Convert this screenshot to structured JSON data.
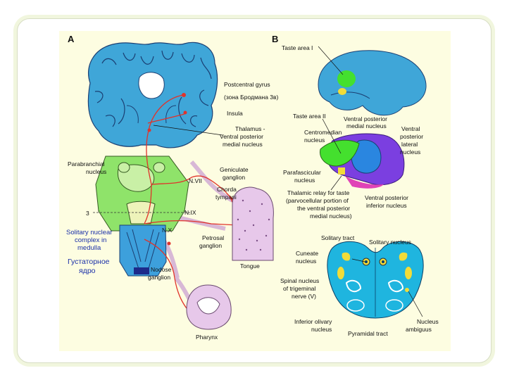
{
  "panels": {
    "a": "A",
    "b": "B"
  },
  "labels_a": {
    "postcentral_gyrus": "Postcentral gyrus",
    "brodmann": "(зона Бродманa 3в)",
    "insula": "Insula",
    "thalamus_1": "Thalamus -",
    "thalamus_2": "Ventral posterior",
    "thalamus_3": "medial nucleus",
    "parabrachial_1": "Parabranchial",
    "parabrachial_2": "nucleus",
    "geniculate_1": "Geniculate",
    "geniculate_2": "ganglion",
    "n_vii": "N.VII",
    "chorda_1": "Chorda",
    "chorda_2": "tympani",
    "n_ix": "N.IX",
    "n_x": "N.X",
    "num_3": "3",
    "solitary_1": "Solitary nuclear",
    "solitary_2": "complex in",
    "solitary_3": "medulla",
    "gustatory_1": "Густаторное",
    "gustatory_2": "ядро",
    "petrosal_1": "Petrosal",
    "petrosal_2": "ganglion",
    "tongue": "Tongue",
    "nodose_1": "Nodose",
    "nodose_2": "ganglion",
    "pharynx": "Pharynx"
  },
  "labels_b": {
    "taste_area_1": "Taste area I",
    "taste_area_2": "Taste area II",
    "vpm_1": "Ventral posterior",
    "vpm_2": "medial nucleus",
    "centromedian_1": "Centromedian",
    "centromedian_2": "nucleus",
    "vpl_1": "Ventral",
    "vpl_2": "posterior",
    "vpl_3": "lateral",
    "vpl_4": "nucleus",
    "parafasc_1": "Parafascicular",
    "parafasc_2": "nucleus",
    "relay_1": "Thalamic relay for taste",
    "relay_2": "(parvocellular portion of",
    "relay_3": "the ventral posterior",
    "relay_4": "medial nucleus)",
    "vpi_1": "Ventral posterior",
    "vpi_2": "inferior nucleus",
    "solitary_tract": "Solitary tract",
    "solitary_nucleus": "Solitary nucleus",
    "cuneate_1": "Cuneate",
    "cuneate_2": "nucleus",
    "spinal_1": "Spinal nucleus",
    "spinal_2": "of trigeminal",
    "spinal_3": "nerve (V)",
    "inferior_olivary_1": "Inferior olivary",
    "inferior_olivary_2": "nucleus",
    "pyramidal": "Pyramidal tract",
    "ambiguus_1": "Nucleus",
    "ambiguus_2": "ambiguus"
  },
  "colors": {
    "brain_blue": "#3fa6d8",
    "cortex_line": "#1b3f73",
    "brainstem_green": "#8fe36a",
    "pathway_red": "#e0332b",
    "vpm_green": "#44e02e",
    "vpl_purple": "#7b3fe0",
    "medulla_cyan": "#1fb5df",
    "nucleus_yellow": "#f2dc38",
    "tongue_pink": "#e7c8ea"
  }
}
